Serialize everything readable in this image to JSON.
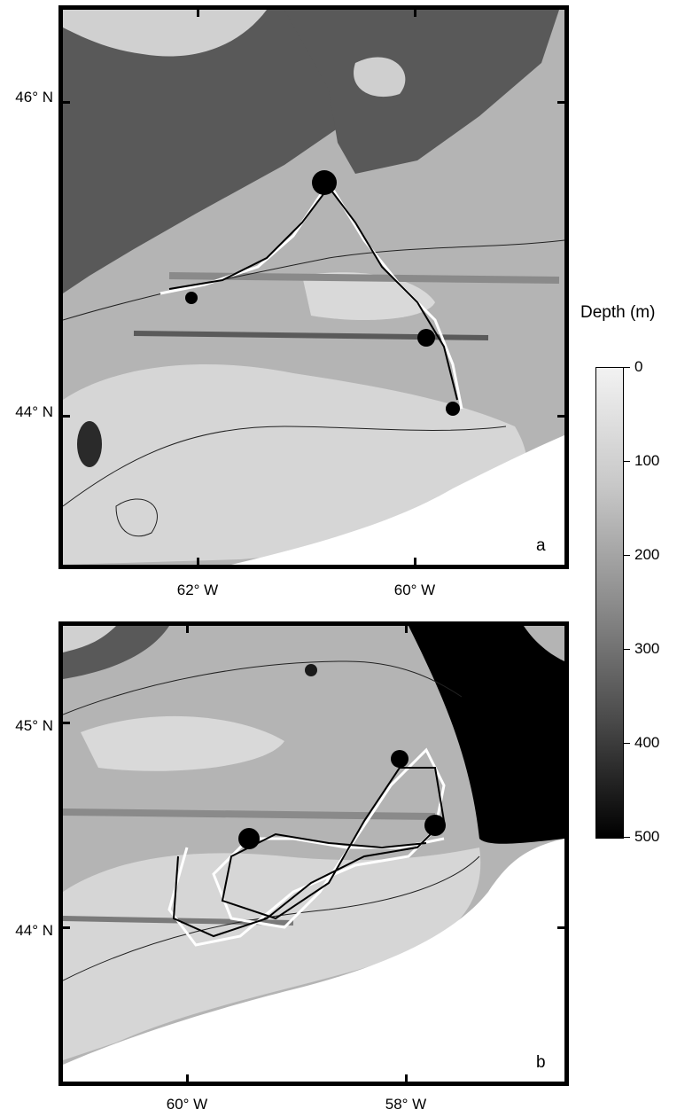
{
  "colorbar": {
    "title": "Depth (m)",
    "ticks": [
      "0",
      "100",
      "200",
      "300",
      "400",
      "500"
    ],
    "range": [
      0,
      500
    ],
    "colors": {
      "shallow": "#f2f2f2",
      "deep": "#000000",
      "land": "#595959"
    }
  },
  "panel_a": {
    "letter": "a",
    "lat_labels": [
      "46° N",
      "44° N"
    ],
    "lon_labels": [
      "62° W",
      "60° W"
    ]
  },
  "panel_b": {
    "letter": "b",
    "lat_labels": [
      "45° N",
      "44° N"
    ],
    "lon_labels": [
      "60° W",
      "58° W"
    ]
  },
  "track_colors": {
    "white": "#ffffff",
    "black": "#000000"
  }
}
